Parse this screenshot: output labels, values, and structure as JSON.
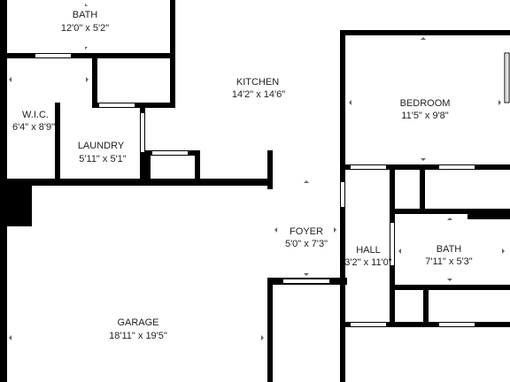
{
  "floorplan": {
    "colors": {
      "wall": "#000000",
      "background": "#ffffff",
      "window": "#bbbbbb",
      "marker": "#666666"
    },
    "rooms": [
      {
        "id": "bath-1",
        "name": "BATH",
        "size": "12'0\" x 5'2\""
      },
      {
        "id": "wic",
        "name": "W.I.C.",
        "size": "6'4\" x 8'9\""
      },
      {
        "id": "laundry",
        "name": "LAUNDRY",
        "size": "5'11\" x 5'1\""
      },
      {
        "id": "kitchen",
        "name": "KITCHEN",
        "size": "14'2\" x 14'6\""
      },
      {
        "id": "bedroom",
        "name": "BEDROOM",
        "size": "11'5\" x 9'8\""
      },
      {
        "id": "foyer",
        "name": "FOYER",
        "size": "5'0\" x 7'3\""
      },
      {
        "id": "hall",
        "name": "HALL",
        "size": "3'2\" x 11'0\""
      },
      {
        "id": "bath-2",
        "name": "BATH",
        "size": "7'11\" x 5'3\""
      },
      {
        "id": "garage",
        "name": "GARAGE",
        "size": "18'11\" x 19'5\""
      }
    ]
  }
}
